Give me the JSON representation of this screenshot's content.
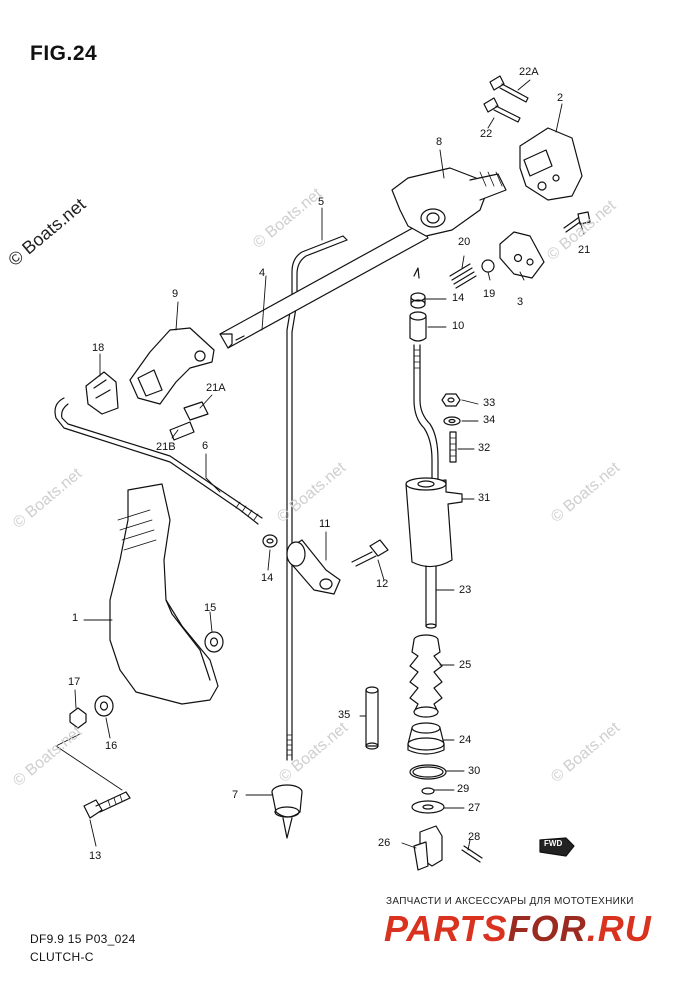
{
  "figure": {
    "title": "FIG.24",
    "code": "DF9.9 15 P03_024",
    "name": "CLUTCH-C"
  },
  "watermarks": {
    "main": "© Boats.net",
    "faint": "© Boats.net"
  },
  "promo": {
    "tagline": "ЗАПЧАСТИ И АКСЕССУАРЫ ДЛЯ МОТОТЕХНИКИ",
    "logo_a": "PARTS",
    "logo_b": "FOR",
    "logo_c": ".RU"
  },
  "fwd_badge": "FWD",
  "parts": [
    {
      "id": "p1",
      "label": "1"
    },
    {
      "id": "p2",
      "label": "2"
    },
    {
      "id": "p3",
      "label": "3"
    },
    {
      "id": "p4",
      "label": "4"
    },
    {
      "id": "p5",
      "label": "5"
    },
    {
      "id": "p6",
      "label": "6"
    },
    {
      "id": "p7",
      "label": "7"
    },
    {
      "id": "p8",
      "label": "8"
    },
    {
      "id": "p9",
      "label": "9"
    },
    {
      "id": "p10",
      "label": "10"
    },
    {
      "id": "p11",
      "label": "11"
    },
    {
      "id": "p12",
      "label": "12"
    },
    {
      "id": "p13",
      "label": "13"
    },
    {
      "id": "p14a",
      "label": "14"
    },
    {
      "id": "p14b",
      "label": "14"
    },
    {
      "id": "p15",
      "label": "15"
    },
    {
      "id": "p16",
      "label": "16"
    },
    {
      "id": "p17",
      "label": "17"
    },
    {
      "id": "p18",
      "label": "18"
    },
    {
      "id": "p19",
      "label": "19"
    },
    {
      "id": "p20",
      "label": "20"
    },
    {
      "id": "p21",
      "label": "21"
    },
    {
      "id": "p21a",
      "label": "21A"
    },
    {
      "id": "p21b",
      "label": "21B"
    },
    {
      "id": "p22",
      "label": "22"
    },
    {
      "id": "p22a",
      "label": "22A"
    },
    {
      "id": "p23",
      "label": "23"
    },
    {
      "id": "p24",
      "label": "24"
    },
    {
      "id": "p25",
      "label": "25"
    },
    {
      "id": "p26",
      "label": "26"
    },
    {
      "id": "p27",
      "label": "27"
    },
    {
      "id": "p28",
      "label": "28"
    },
    {
      "id": "p29",
      "label": "29"
    },
    {
      "id": "p30",
      "label": "30"
    },
    {
      "id": "p31",
      "label": "31"
    },
    {
      "id": "p32",
      "label": "32"
    },
    {
      "id": "p33",
      "label": "33"
    },
    {
      "id": "p34",
      "label": "34"
    },
    {
      "id": "p35",
      "label": "35"
    }
  ]
}
